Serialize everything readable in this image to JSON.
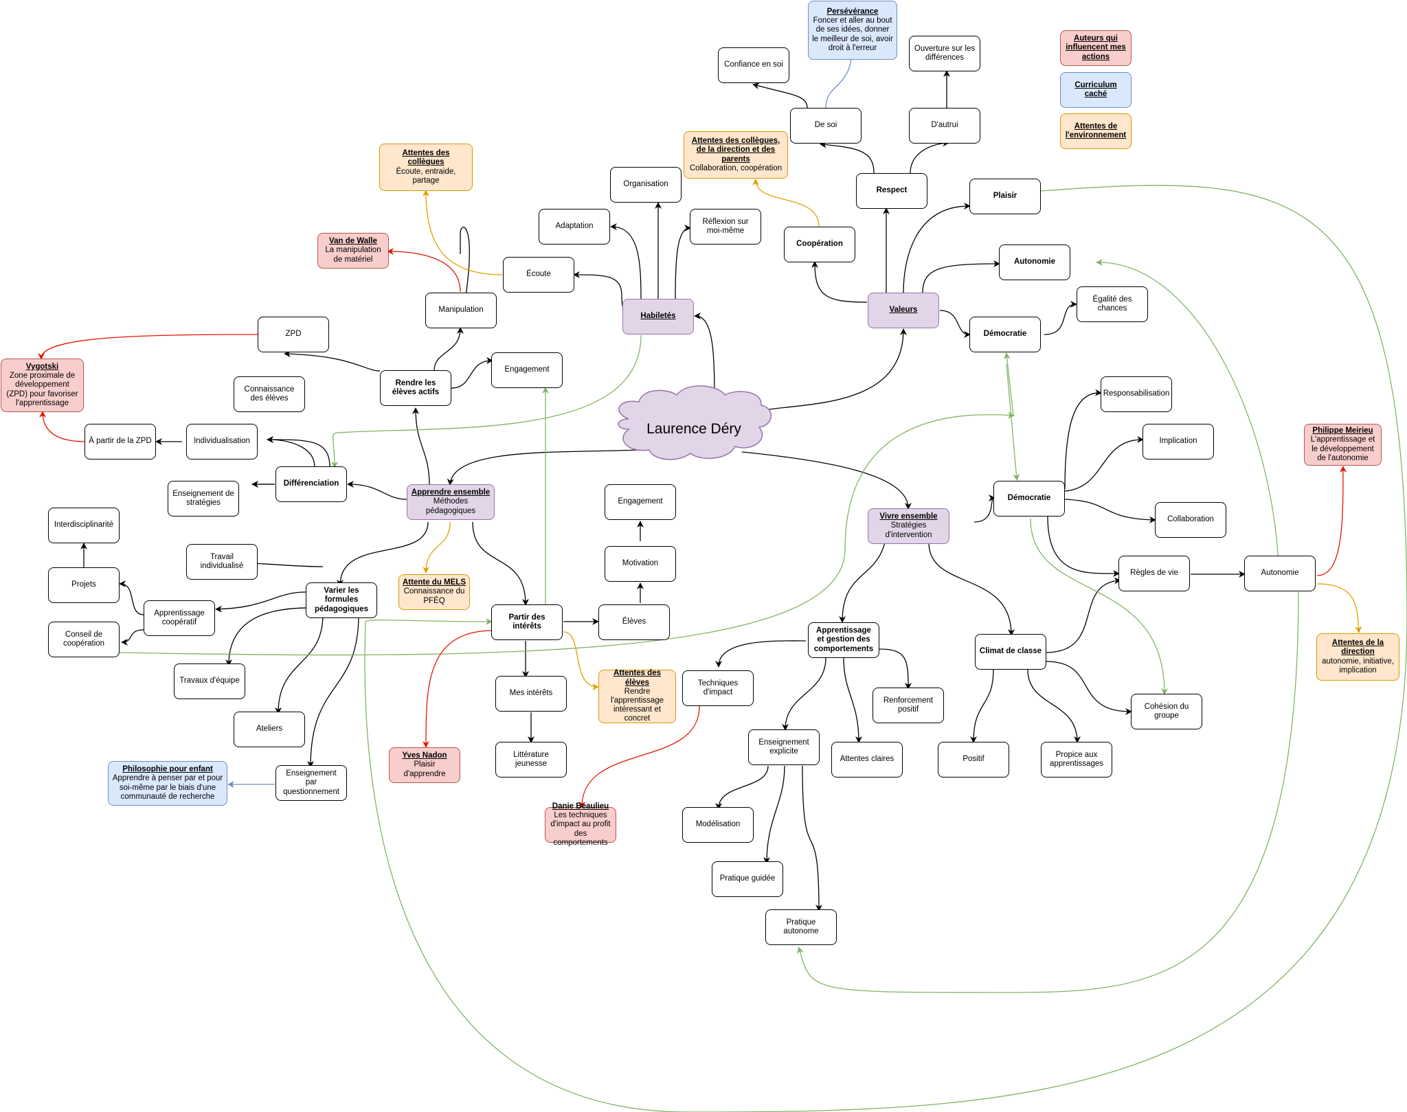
{
  "center": "Laurence Déry",
  "legend": {
    "authors": "Auteurs qui influencent mes actions",
    "hidden_curriculum": "Curriculum caché",
    "environment": "Attentes de l'environnement"
  },
  "nodes": {
    "perseverance_title": "Persévérance",
    "perseverance_text": "Foncer et aller au bout de ses idées, donner le meilleur de soi, avoir droit à l'erreur",
    "confiance": "Confiance en soi",
    "ouverture": "Ouverture sur les différences",
    "de_soi": "De soi",
    "d_autrui": "D'autrui",
    "respect": "Respect",
    "plaisir": "Plaisir",
    "att_coll_dir_title": "Attentes des collègues, de la direction et des parents",
    "att_coll_dir_text": "Collaboration, coopération",
    "cooperation": "Coopération",
    "autonomie_top": "Autonomie",
    "valeurs": "Valeurs",
    "democratie_top": "Démocratie",
    "egalite": "Égalité des chances",
    "att_coll_title": "Attentes des collègues",
    "att_coll_text": "Écoute, entraide, partage",
    "organisation": "Organisation",
    "adaptation": "Adaptation",
    "reflexion": "Réflexion sur moi-même",
    "ecoute": "Écoute",
    "habiletes": "Habiletés",
    "vanwalle_title": "Van de Walle",
    "vanwalle_text": "La manipulation de matériel",
    "manipulation": "Manipulation",
    "zpd": "ZPD",
    "vygotski_title": "Vygotski",
    "vygotski_text": "Zone proximale de développement (ZPD) pour favoriser l'apprentissage",
    "rendre_actifs": "Rendre les élèves actifs",
    "engagement_top": "Engagement",
    "connaissance": "Connaissance des élèves",
    "a_partir_zpd": "À partir de la ZPD",
    "individualisation": "Individualisation",
    "differenciation": "Différenciation",
    "ens_strategies": "Enseignement de stratégies",
    "apprendre_title": "Apprendre ensemble",
    "apprendre_text": "Méthodes pédagogiques",
    "interdisciplinarite": "Interdisciplinarité",
    "travail_ind": "Travail individualisé",
    "projets": "Projets",
    "app_coop": "Apprentissage coopératif",
    "varier": "Varier les formules pédagogiques",
    "conseil": "Conseil de coopération",
    "travaux_equipe": "Travaux d'équipe",
    "ateliers": "Ateliers",
    "ens_question": "Enseignement par questionnement",
    "philo_title": "Philosophie pour enfant",
    "philo_text": "Apprendre à penser par et pour soi-même par le biais d'une communauté de recherche",
    "mels_title": "Attente du MELS",
    "mels_text": "Connaissance du PFÉQ",
    "engagement_mid": "Engagement",
    "motivation": "Motivation",
    "partir": "Partir des intérêts",
    "eleves": "Élèves",
    "att_eleves_title": "Attentes des élèves",
    "att_eleves_text": "Rendre l'apprentissage intéressant et concret",
    "mes_interets": "Mes intérêts",
    "litterature": "Littérature jeunesse",
    "yves_title": "Yves Nadon",
    "yves_text": "Plaisir d'apprendre",
    "danie_title": "Danie Beaulieu",
    "danie_text": "Les techniques d'impact au profit des comportements",
    "techniques": "Techniques d'impact",
    "app_gestion": "Apprentissage et gestion des comportements",
    "renforcement": "Renforcement positif",
    "ens_explicite": "Enseignement explicite",
    "attentes_claires": "Attentes claires",
    "modelisation": "Modélisation",
    "pratique_guidee": "Pratique guidée",
    "pratique_autonome": "Pratique autonome",
    "vivre_title": "Vivre ensemble",
    "vivre_text": "Stratégies d'intervention",
    "democratie_mid": "Démocratie",
    "responsabilisation": "Responsabilisation",
    "implication": "Implication",
    "collaboration": "Collaboration",
    "regles": "Règles de vie",
    "autonomie_right": "Autonomie",
    "climat": "Climat de classe",
    "positif": "Positif",
    "propice": "Propice aux apprentissages",
    "cohesion": "Cohésion du groupe",
    "meirieu_title": "Philippe Meirieu",
    "meirieu_text": "L'apprentissage et le développement de l'autonomie",
    "att_dir_title": "Attentes de la direction",
    "att_dir_text": "autonomie, initiative, implication"
  },
  "colors": {
    "black": "#000000",
    "green": "#82b366",
    "red": "#e51400",
    "orange": "#e0a000",
    "blue": "#6c8ebf"
  }
}
